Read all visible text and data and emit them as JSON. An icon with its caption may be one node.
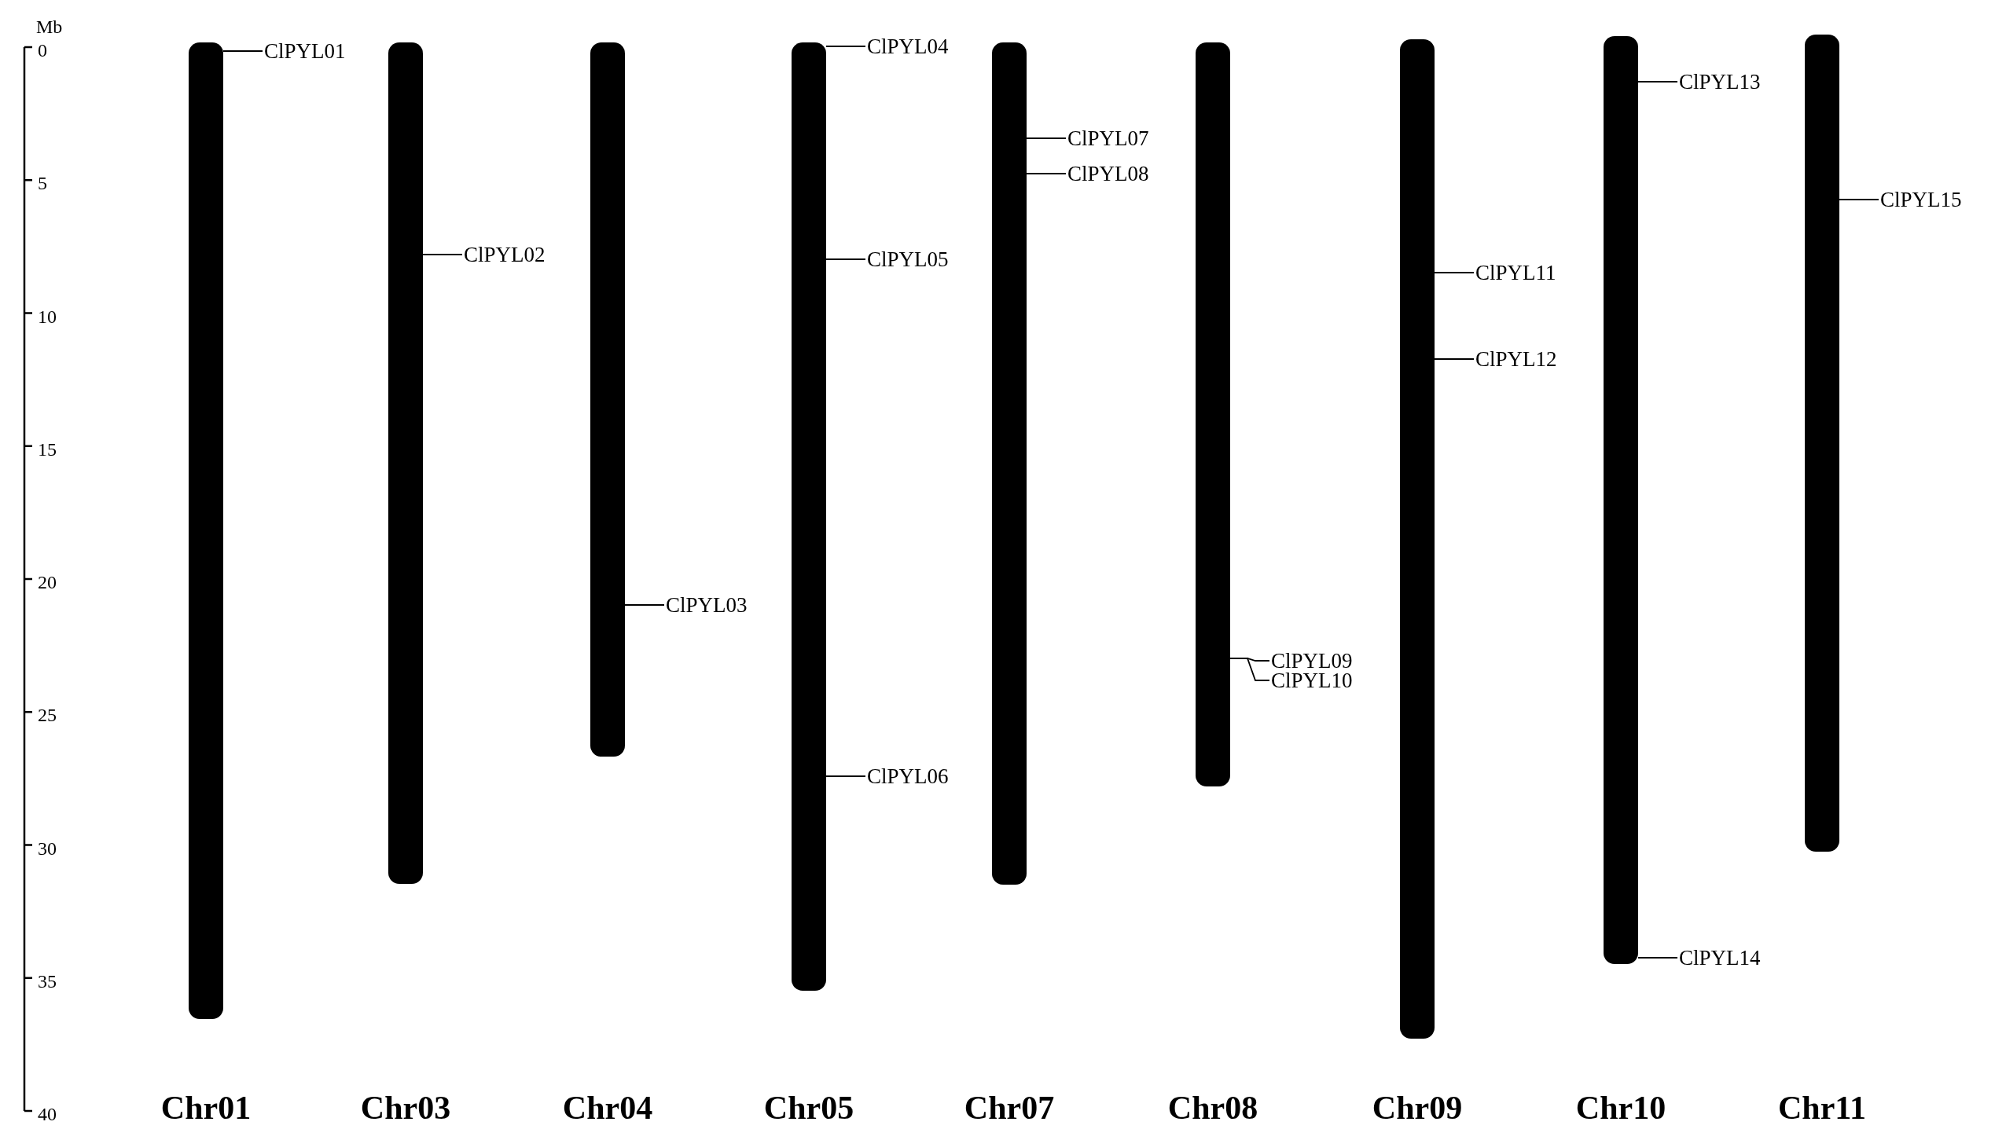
{
  "diagram": {
    "nodes": [
      {
        "text": [],
        "shape": "bar"
      },
      {
        "text": [],
        "shape": "bar"
      },
      {
        "text": [],
        "shape": "bar"
      },
      {
        "text": [],
        "shape": "bar"
      },
      {
        "text": [],
        "shape": "bar"
      },
      {
        "text": [],
        "shape": "bar"
      },
      {
        "text": [],
        "shape": "bar"
      },
      {
        "text": [],
        "shape": "bar"
      },
      {
        "text": [],
        "shape": "bar"
      },
      {
        "text": [
          "ClPYL01"
        ]
      },
      {
        "text": [
          "ClPYL02"
        ]
      },
      {
        "text": [
          "ClPYL03"
        ]
      },
      {
        "text": [
          "ClPYL04"
        ]
      },
      {
        "text": [
          "ClPYL05"
        ]
      },
      {
        "text": [
          "ClPYL06"
        ]
      },
      {
        "text": [
          "ClPYL07"
        ]
      },
      {
        "text": [
          "ClPYL08"
        ]
      },
      {
        "text": [
          "ClPYL09"
        ]
      },
      {
        "text": [
          "ClPYL10"
        ]
      },
      {
        "text": [
          "ClPYL11"
        ]
      },
      {
        "text": [
          "ClPYL12"
        ]
      },
      {
        "text": [
          "ClPYL13"
        ]
      },
      {
        "text": [
          "ClPYL14"
        ]
      },
      {
        "text": [
          "ClPYL15"
        ]
      }
    ],
    "edges": [
      {
        "from": 9,
        "to": 0,
        "arrow": "none"
      },
      {
        "from": 10,
        "to": 1,
        "arrow": "none"
      },
      {
        "from": 11,
        "to": 2,
        "arrow": "none"
      },
      {
        "from": 12,
        "to": 3,
        "arrow": "none"
      },
      {
        "from": 13,
        "to": 3,
        "arrow": "none"
      },
      {
        "from": 14,
        "to": 3,
        "arrow": "none"
      },
      {
        "from": 15,
        "to": 4,
        "arrow": "none"
      },
      {
        "from": 16,
        "to": 4,
        "arrow": "none"
      },
      {
        "from": 17,
        "to": 5,
        "arrow": "none"
      },
      {
        "from": 18,
        "to": 5,
        "arrow": "none"
      },
      {
        "from": 19,
        "to": 6,
        "arrow": "none"
      },
      {
        "from": 20,
        "to": 6,
        "arrow": "none"
      },
      {
        "from": 21,
        "to": 7,
        "arrow": "none"
      },
      {
        "from": 22,
        "to": 7,
        "arrow": "none"
      },
      {
        "from": 23,
        "to": 8,
        "arrow": "none"
      }
    ],
    "labels": [
      "Mb",
      "0",
      "5",
      "10",
      "15",
      "20",
      "25",
      "30",
      "35",
      "40",
      "Chr01",
      "Chr03",
      "Chr04",
      "Chr05",
      "Chr07",
      "Chr08",
      "Chr09",
      "Chr10",
      "Chr11"
    ]
  }
}
